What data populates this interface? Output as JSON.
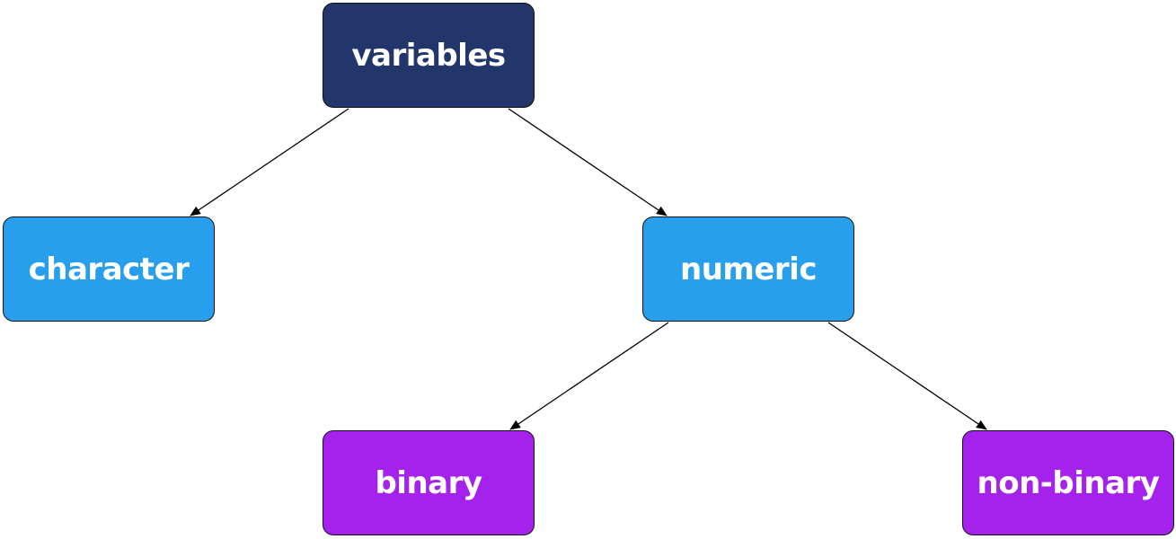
{
  "nodes": {
    "variables": {
      "label": "variables",
      "color": "#22366b"
    },
    "character": {
      "label": "character",
      "color": "#279fec"
    },
    "numeric": {
      "label": "numeric",
      "color": "#279fec"
    },
    "binary": {
      "label": "binary",
      "color": "#a522ec"
    },
    "non_binary": {
      "label": "non-binary",
      "color": "#a522ec"
    }
  },
  "edges": [
    {
      "from": "variables",
      "to": "character"
    },
    {
      "from": "variables",
      "to": "numeric"
    },
    {
      "from": "numeric",
      "to": "binary"
    },
    {
      "from": "numeric",
      "to": "non_binary"
    }
  ],
  "edge_color": "#000000"
}
